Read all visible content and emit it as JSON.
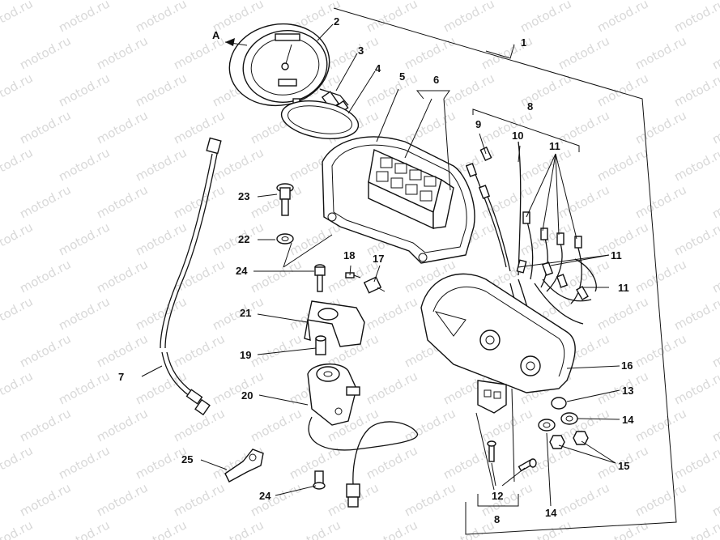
{
  "watermark": "motod.ru",
  "view_marker": "A",
  "callouts": {
    "c1": "1",
    "c2": "2",
    "c3": "3",
    "c4": "4",
    "c5": "5",
    "c6": "6",
    "c7": "7",
    "c8a": "8",
    "c8b": "8",
    "c9": "9",
    "c10": "10",
    "c11a": "11",
    "c11b": "11",
    "c11c": "11",
    "c12": "12",
    "c13": "13",
    "c14a": "14",
    "c14b": "14",
    "c15": "15",
    "c16": "16",
    "c17": "17",
    "c18": "18",
    "c19": "19",
    "c20": "20",
    "c21": "21",
    "c22": "22",
    "c23": "23",
    "c24a": "24",
    "c24b": "24",
    "c25": "25"
  }
}
